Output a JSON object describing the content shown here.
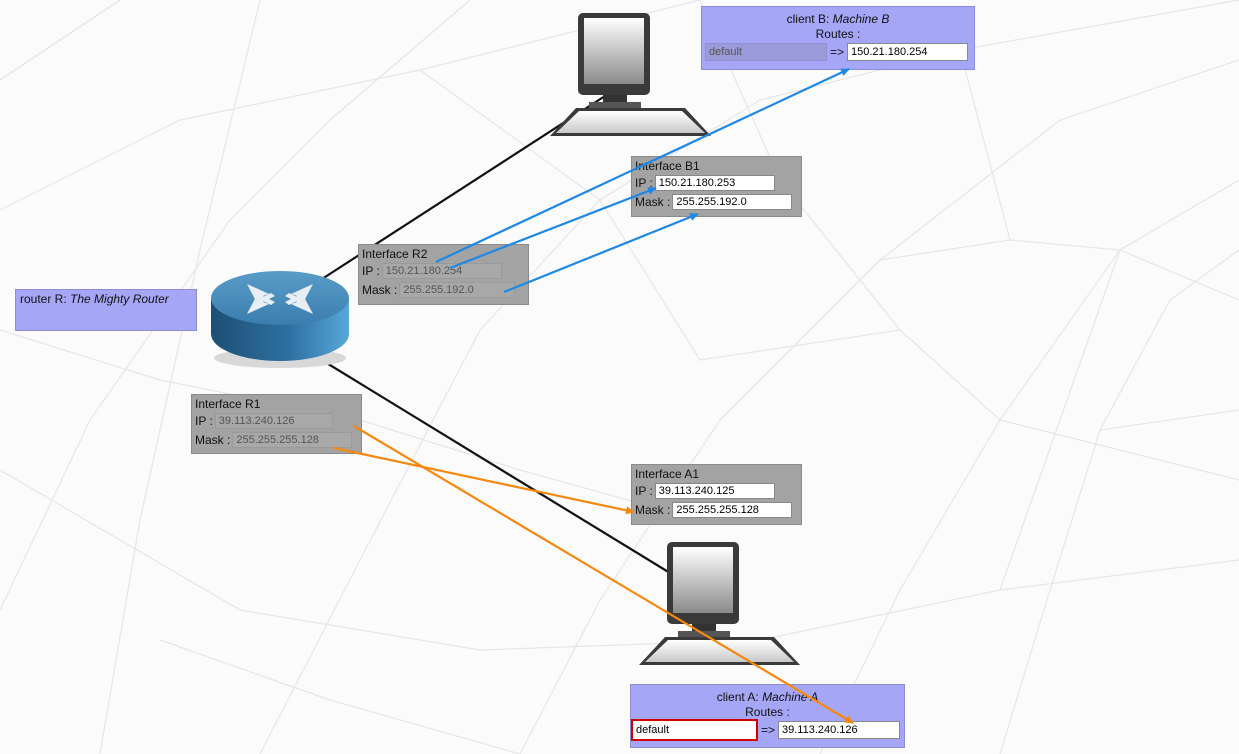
{
  "router": {
    "kind": "router R:",
    "name": "The Mighty Router",
    "icon": "router-icon",
    "interfaces": {
      "r2": {
        "title": "Interface R2",
        "ip_label": "IP :",
        "ip": "150.21.180.254",
        "mask_label": "Mask :",
        "mask": "255.255.192.0"
      },
      "r1": {
        "title": "Interface R1",
        "ip_label": "IP :",
        "ip": "39.113.240.126",
        "mask_label": "Mask :",
        "mask": "255.255.255.128"
      }
    }
  },
  "client_b": {
    "kind": "client B:",
    "name": "Machine B",
    "routes_label": "Routes :",
    "icon": "computer-icon",
    "route": {
      "destination": "default",
      "arrow": "=>",
      "gateway": "150.21.180.254"
    },
    "interface": {
      "title": "Interface B1",
      "ip_label": "IP :",
      "ip": "150.21.180.253",
      "mask_label": "Mask :",
      "mask": "255.255.192.0"
    }
  },
  "client_a": {
    "kind": "client A:",
    "name": "Machine A",
    "routes_label": "Routes :",
    "icon": "computer-icon",
    "route": {
      "destination": "default",
      "arrow": "=>",
      "gateway": "39.113.240.126"
    },
    "interface": {
      "title": "Interface A1",
      "ip_label": "IP :",
      "ip": "39.113.240.125",
      "mask_label": "Mask :",
      "mask": "255.255.255.128"
    }
  },
  "colors": {
    "panel_gray": "#a3a3a3",
    "client_purple": "#a6a6f7",
    "blue_arrow": "#1e88e5",
    "orange_arrow": "#f5880f",
    "link_line": "#111111",
    "focus_border": "#d40000"
  }
}
